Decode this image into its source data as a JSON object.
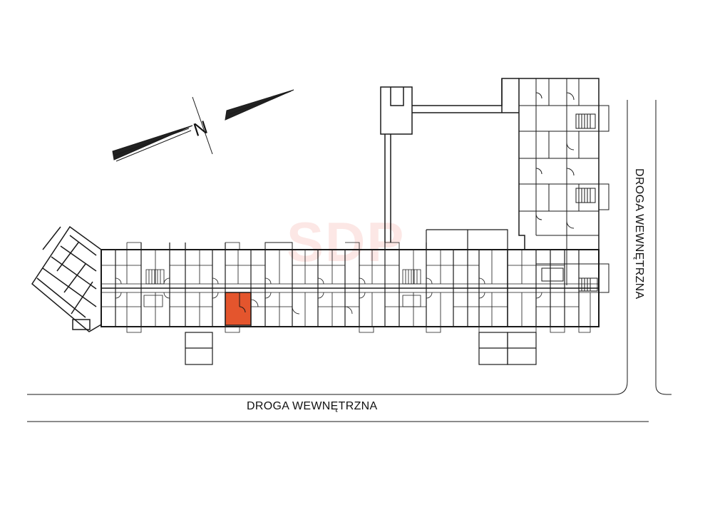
{
  "watermark": "SDP",
  "compass": {
    "letter": "N"
  },
  "roads": {
    "bottom": "DROGA WEWNĘTRZNA",
    "right": "DROGA WEWNĘTRZNA"
  },
  "colors": {
    "line": "#1a1a1a",
    "highlight_unit": "#e4552d",
    "background": "#ffffff"
  }
}
